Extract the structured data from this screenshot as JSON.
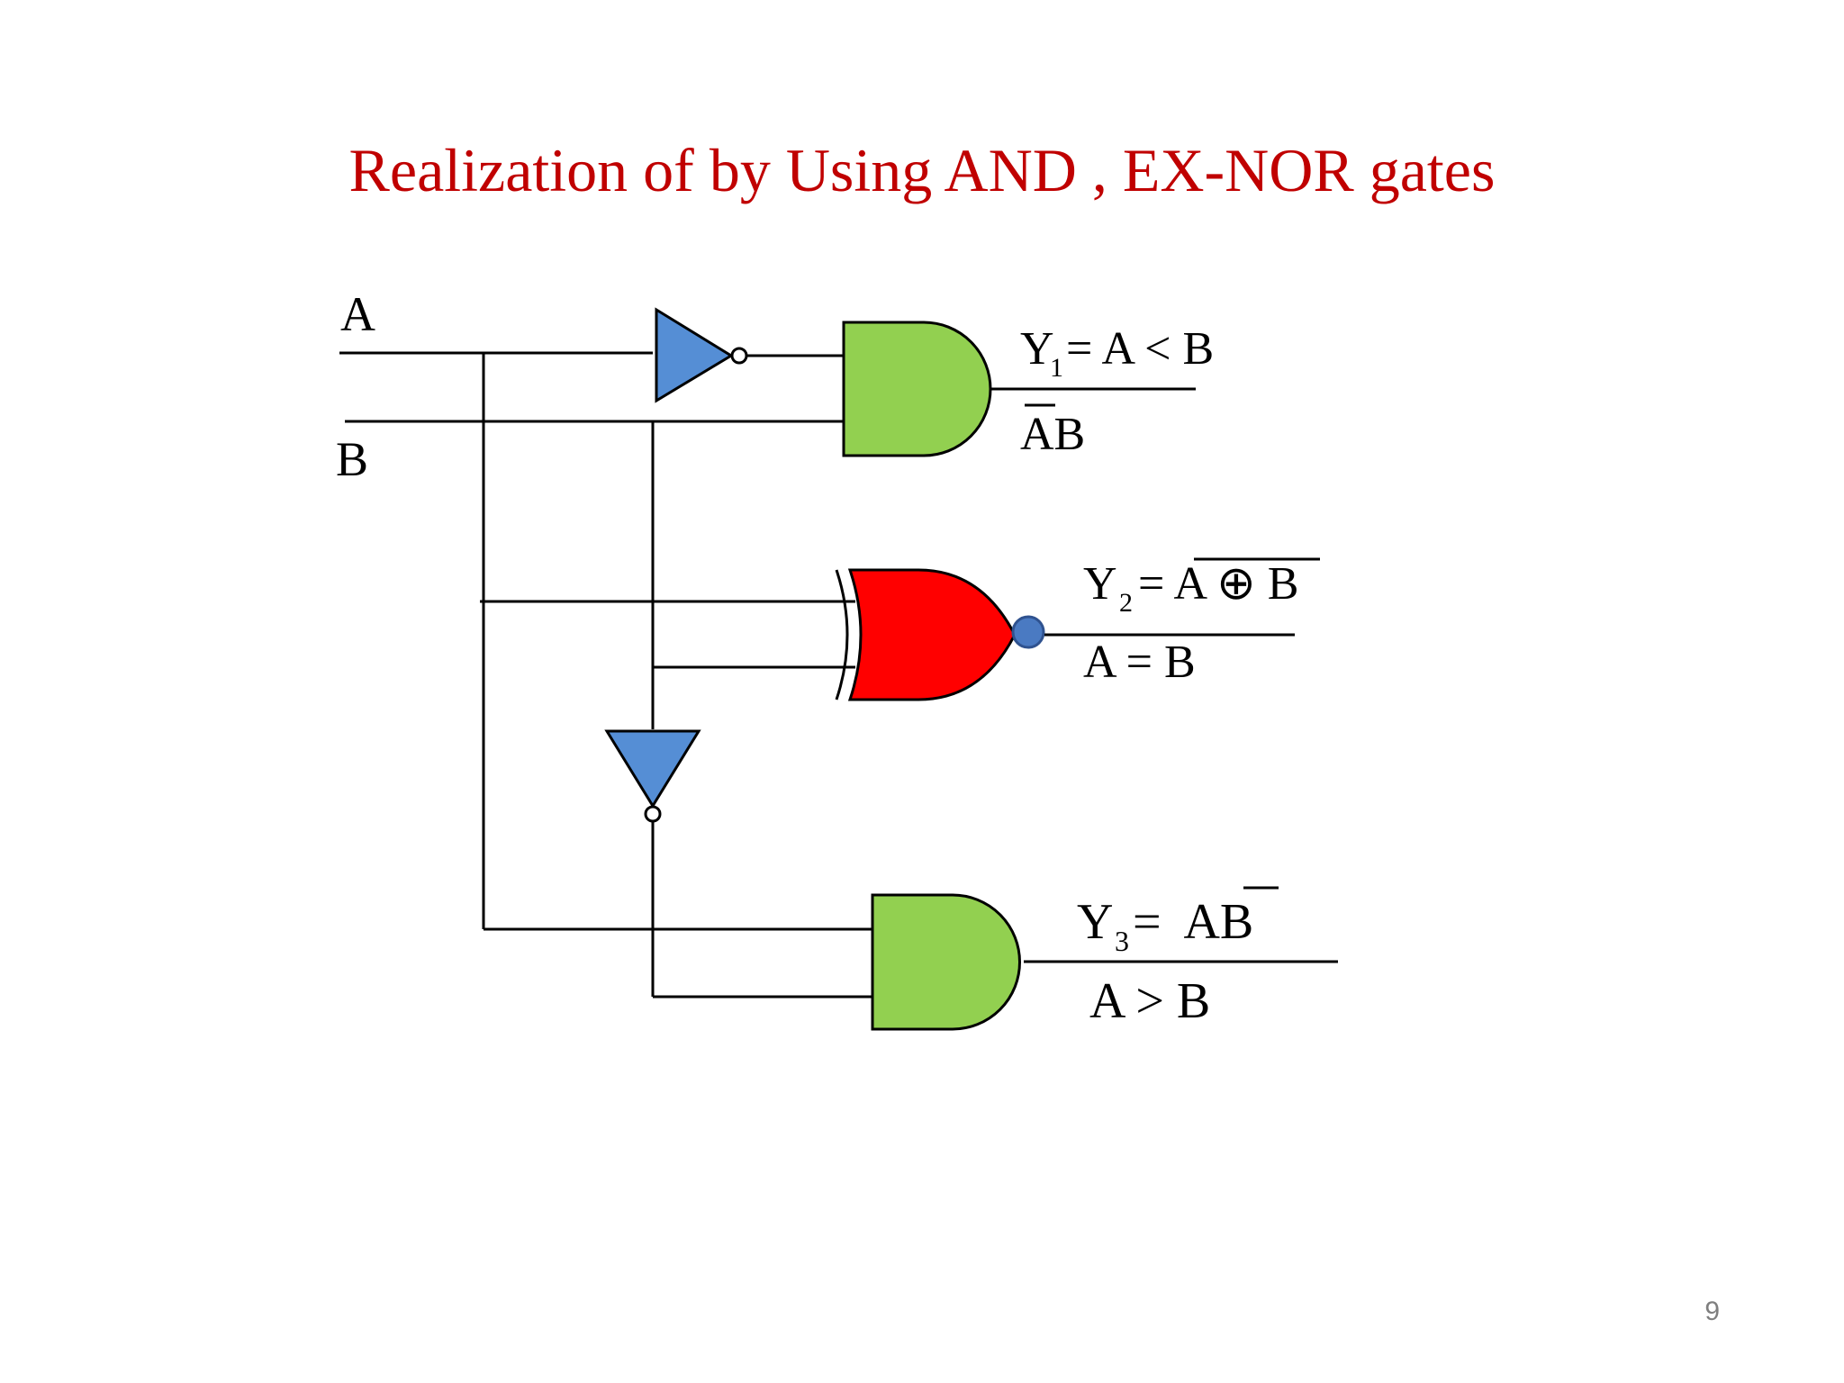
{
  "slide": {
    "title": "Realization of by Using AND , EX-NOR gates",
    "page_number": "9"
  },
  "inputs": {
    "a_label": "A",
    "b_label": "B"
  },
  "outputs": {
    "y1": {
      "symbol": "Y",
      "subscript": "1",
      "expression": "= A < B",
      "product": "AB",
      "overbar_on": "A"
    },
    "y2": {
      "symbol": "Y",
      "subscript": "2",
      "expression": "= A ⊕ B",
      "condition": "A = B",
      "overbar_on": "A ⊕ B"
    },
    "y3": {
      "symbol": "Y",
      "subscript": "3",
      "expression": "=  AB",
      "condition": "A > B",
      "overbar_on": "B"
    }
  },
  "colors": {
    "title": "#c00000",
    "and_gate_fill": "#92d050",
    "xnor_gate_fill": "#ff0000",
    "inverter_fill": "#558ed5",
    "xnor_bubble_fill": "#4a7ac2",
    "wire": "#000000",
    "page_number": "#7f7f7f"
  }
}
